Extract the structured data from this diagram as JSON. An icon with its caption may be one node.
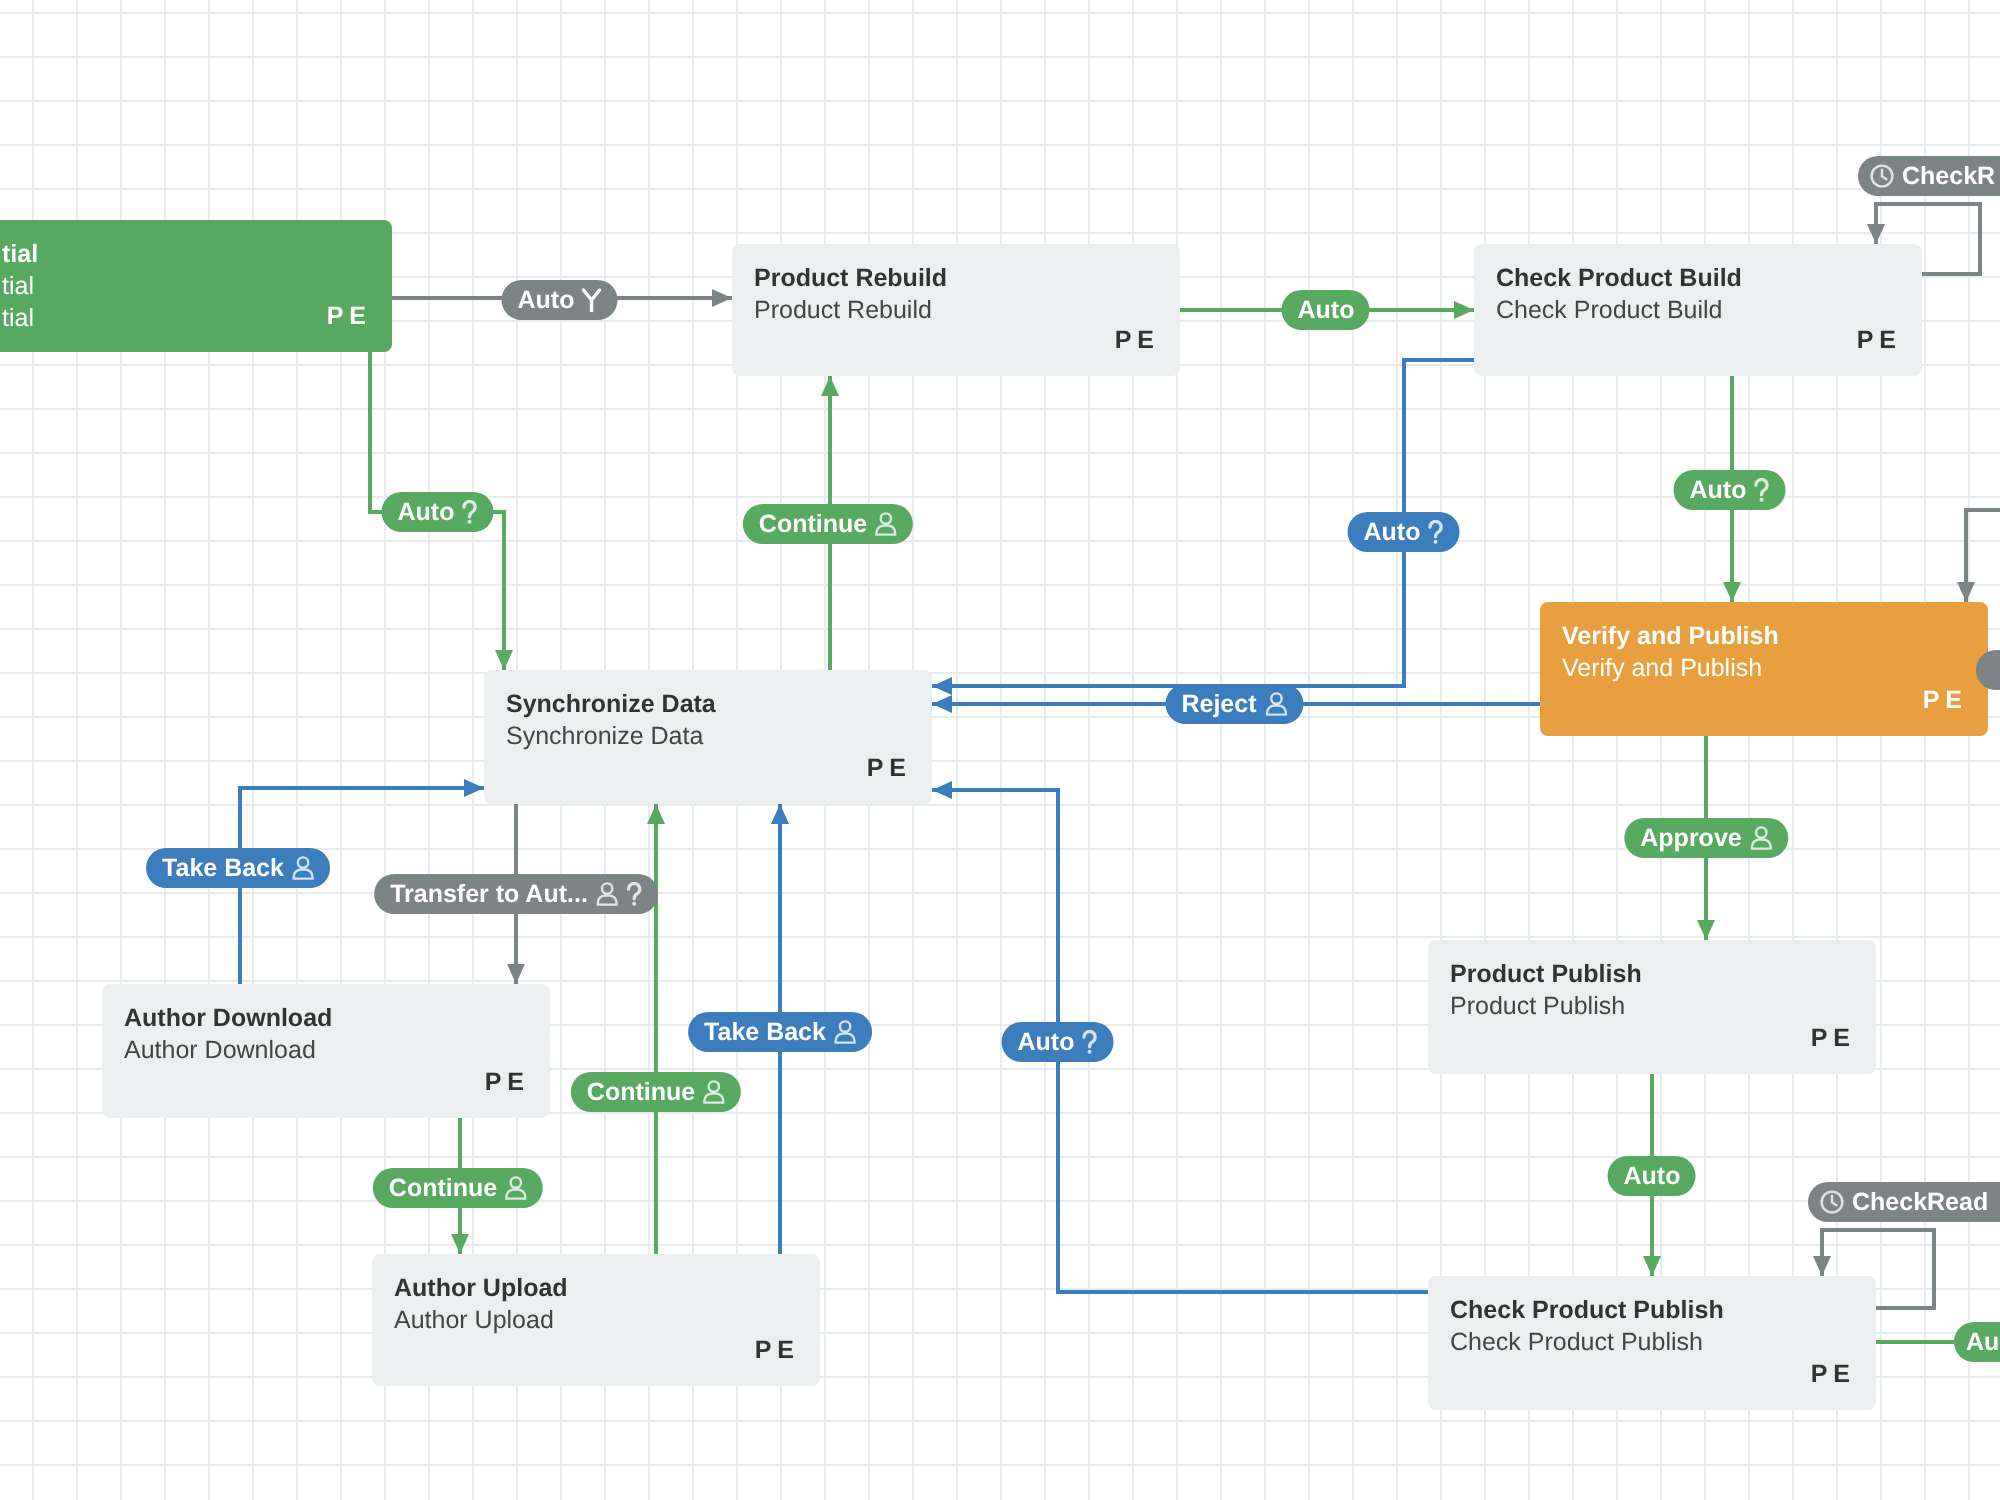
{
  "diagram": {
    "nodes": [
      {
        "text": [
          "tial",
          "tial",
          "tial",
          "PE"
        ]
      },
      {
        "text": [
          "Product Rebuild",
          "Product Rebuild",
          "PE"
        ]
      },
      {
        "text": [
          "Check Product Build",
          "Check Product Build",
          "PE"
        ]
      },
      {
        "text": [
          "Synchronize Data",
          "Synchronize Data",
          "PE"
        ]
      },
      {
        "text": [
          "Verify and Publish",
          "Verify and Publish",
          "PE"
        ]
      },
      {
        "text": [
          "Author Download",
          "Author Download",
          "PE"
        ]
      },
      {
        "text": [
          "Product Publish",
          "Product Publish",
          "PE"
        ]
      },
      {
        "text": [
          "Author Upload",
          "Author Upload",
          "PE"
        ]
      },
      {
        "text": [
          "Check Product Publish",
          "Check Product Publish",
          "PE"
        ]
      }
    ],
    "edges": [
      {
        "from": 0,
        "to": 1,
        "arrow": "to",
        "label": "Auto",
        "color": "#7c8486"
      },
      {
        "from": 1,
        "to": 2,
        "arrow": "to",
        "label": "Auto"
      },
      {
        "from": 2,
        "to": 2,
        "arrow": "to",
        "label": "CheckR",
        "color": "#7c8486"
      },
      {
        "from": 0,
        "to": 3,
        "arrow": "to",
        "label": "Auto"
      },
      {
        "from": 3,
        "to": 1,
        "arrow": "to",
        "label": "Continue"
      },
      {
        "from": 2,
        "to": 3,
        "arrow": "to",
        "label": "Auto",
        "color": "#3b7dbd"
      },
      {
        "from": 2,
        "to": 4,
        "arrow": "to",
        "label": "Auto"
      },
      {
        "from": null,
        "to": 4,
        "arrow": "to",
        "color": "#7c8486"
      },
      {
        "from": 4,
        "to": 3,
        "arrow": "to",
        "label": "Reject",
        "color": "#3b7dbd"
      },
      {
        "from": 3,
        "to": 5,
        "arrow": "to",
        "label": "Transfer to Aut...",
        "color": "#7c8486"
      },
      {
        "from": 5,
        "to": 3,
        "arrow": "to",
        "label": "Take Back",
        "color": "#3b7dbd"
      },
      {
        "from": 4,
        "to": 6,
        "arrow": "to",
        "label": "Approve"
      },
      {
        "from": 5,
        "to": 7,
        "arrow": "to",
        "label": "Continue"
      },
      {
        "from": 7,
        "to": 3,
        "arrow": "to",
        "label": "Continue"
      },
      {
        "from": 7,
        "to": 3,
        "arrow": "to",
        "label": "Take Back",
        "color": "#3b7dbd"
      },
      {
        "from": 8,
        "to": 3,
        "arrow": "to",
        "label": "Auto",
        "color": "#3b7dbd"
      },
      {
        "from": 6,
        "to": 8,
        "arrow": "to",
        "label": "Auto"
      },
      {
        "from": 8,
        "to": 8,
        "arrow": "to",
        "label": "CheckRead",
        "color": "#7c8486"
      },
      {
        "from": 8,
        "to": null,
        "arrow": "none",
        "label": "Au"
      }
    ]
  }
}
